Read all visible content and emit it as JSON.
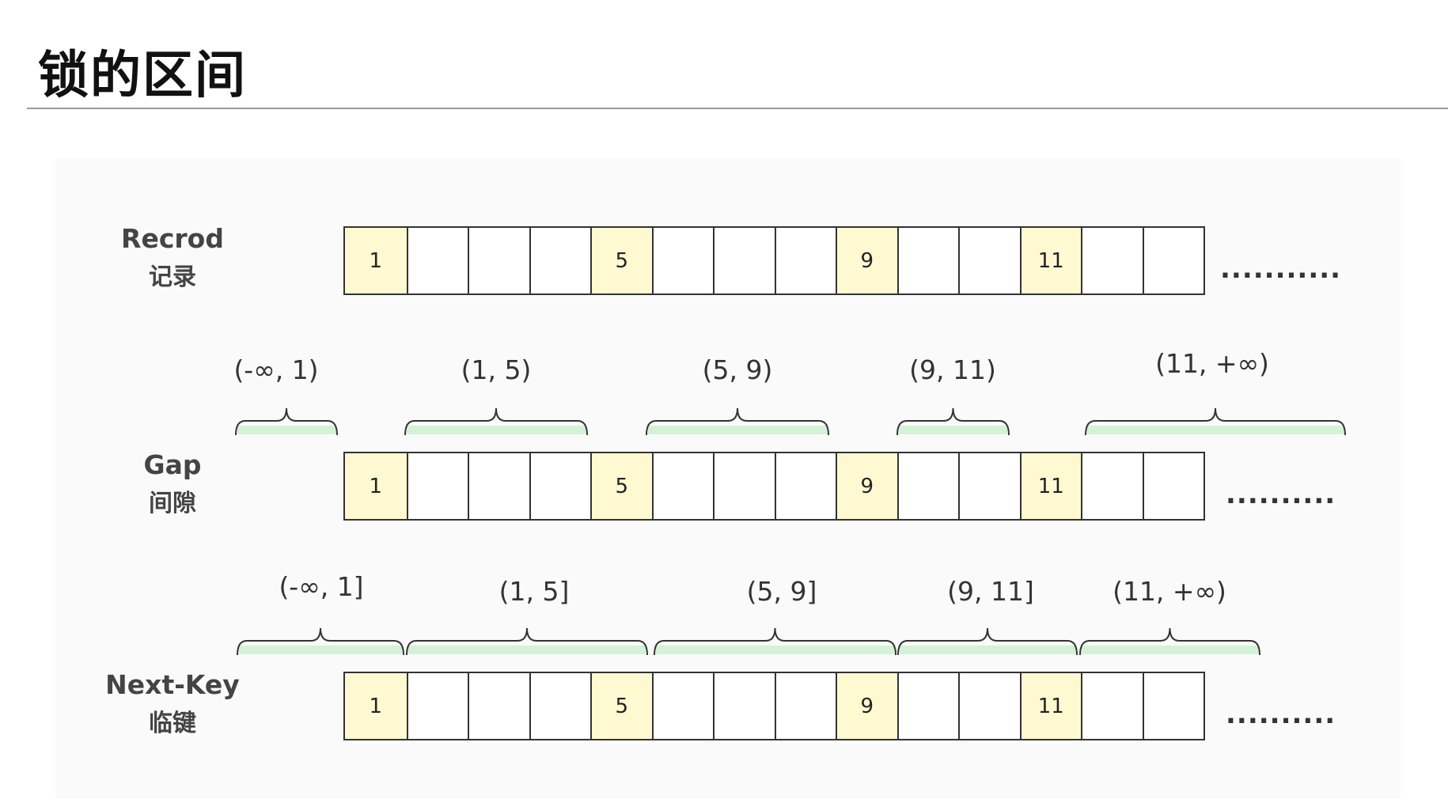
{
  "title": "锁的区间",
  "rows": [
    {
      "label_en": "Recrod",
      "label_cn": "记录",
      "cells": [
        "1",
        "",
        "",
        "",
        "5",
        "",
        "",
        "",
        "9",
        "",
        "",
        "11",
        "",
        ""
      ],
      "ellipsis": "...........",
      "intervals": []
    },
    {
      "label_en": "Gap",
      "label_cn": "间隙",
      "cells": [
        "1",
        "",
        "",
        "",
        "5",
        "",
        "",
        "",
        "9",
        "",
        "",
        "11",
        "",
        ""
      ],
      "ellipsis": "..........",
      "intervals": [
        "(-∞, 1)",
        "(1, 5)",
        "(5, 9)",
        "(9, 11)",
        "(11, +∞)"
      ]
    },
    {
      "label_en": "Next-Key",
      "label_cn": "临键",
      "cells": [
        "1",
        "",
        "",
        "",
        "5",
        "",
        "",
        "",
        "9",
        "",
        "",
        "11",
        "",
        ""
      ],
      "ellipsis": "..........",
      "intervals": [
        "(-∞, 1]",
        "(1, 5]",
        "(5, 9]",
        "(9, 11]",
        "(11, +∞)"
      ]
    }
  ],
  "colors": {
    "record_highlight": "#fff9d2",
    "brace_fill": "#d3f2d6",
    "brace_stroke": "#333333"
  }
}
